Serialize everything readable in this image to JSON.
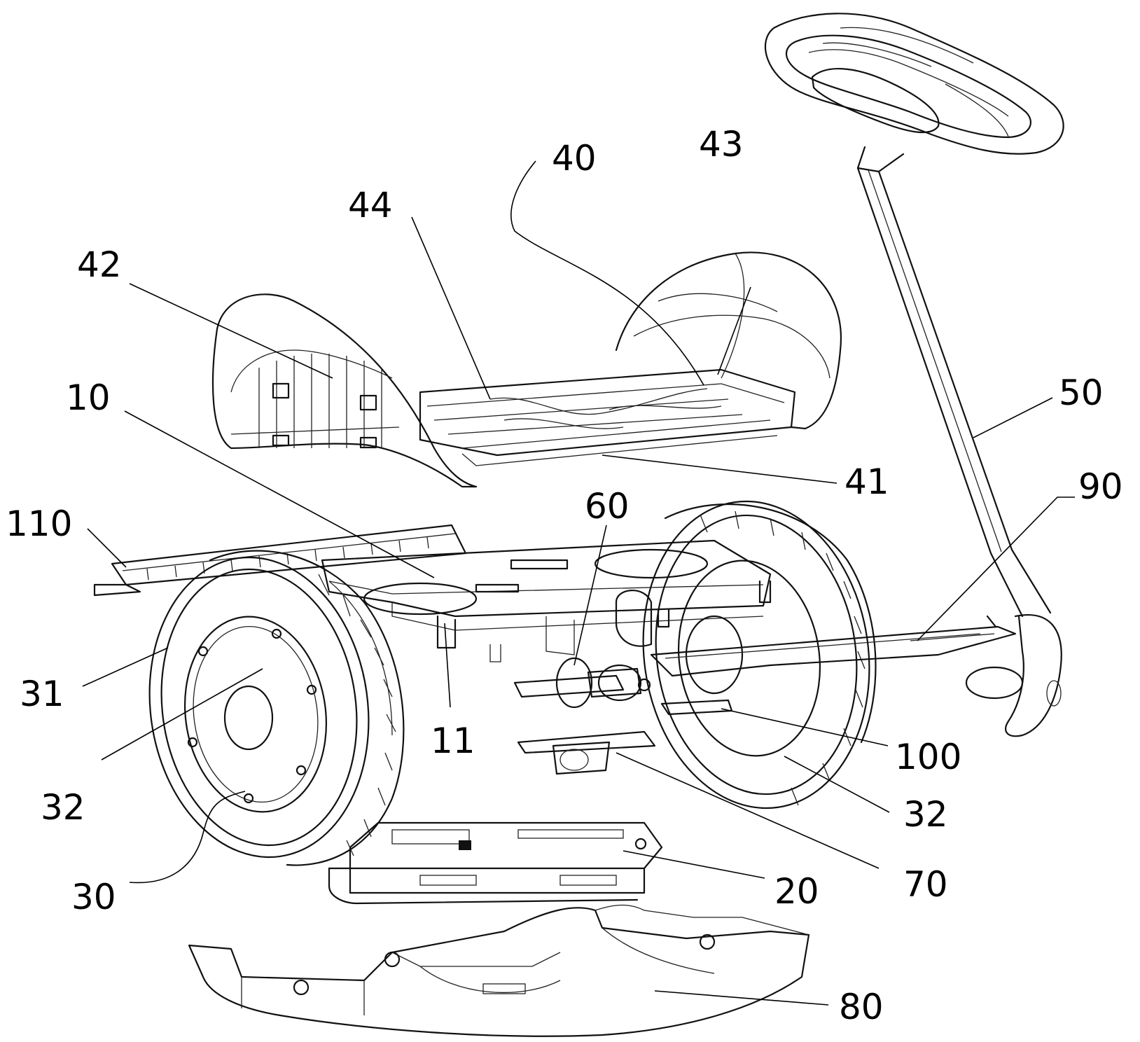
{
  "figure": {
    "labels": {
      "r10": "10",
      "r11": "11",
      "r20": "20",
      "r30": "30",
      "r31": "31",
      "r32a": "32",
      "r32b": "32",
      "r40": "40",
      "r41": "41",
      "r42": "42",
      "r43": "43",
      "r44": "44",
      "r50": "50",
      "r60": "60",
      "r70": "70",
      "r80": "80",
      "r90": "90",
      "r100": "100",
      "r110": "110"
    }
  }
}
